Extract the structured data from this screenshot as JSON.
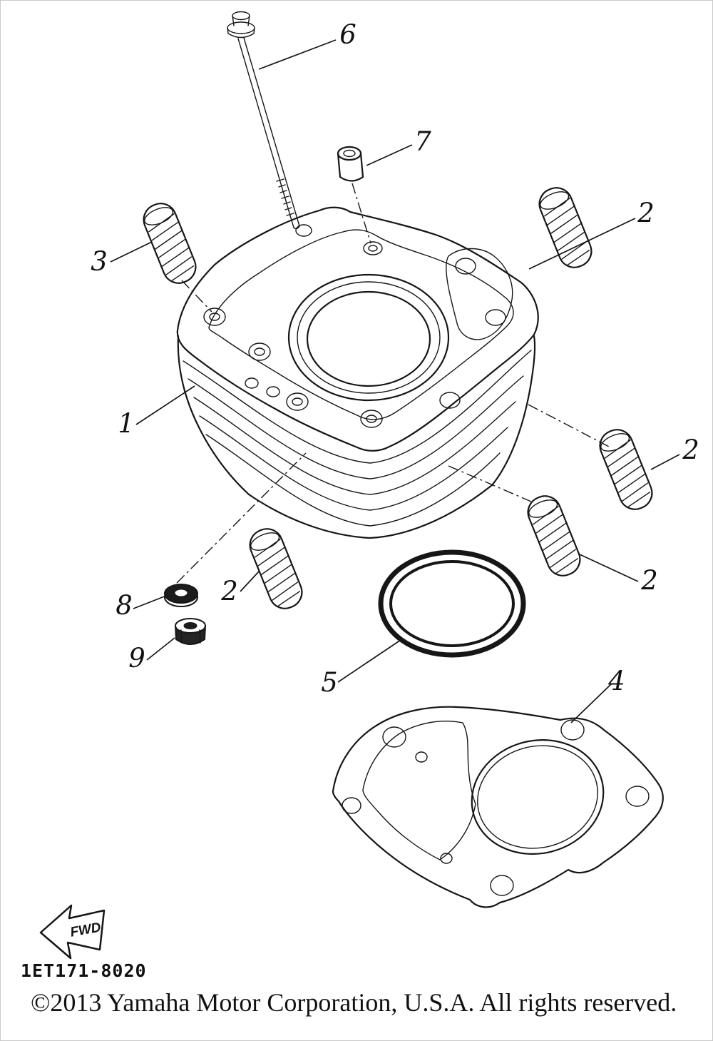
{
  "callouts": {
    "c1": "1",
    "c2_top_right": "2",
    "c2_right": "2",
    "c2_bottom_right": "2",
    "c2_bottom_left": "2",
    "c3": "3",
    "c4": "4",
    "c5": "5",
    "c6": "6",
    "c7": "7",
    "c8": "8",
    "c9": "9"
  },
  "fwd_marker": {
    "label": "FWD"
  },
  "footer": {
    "diagram_code": "1ET171-8020",
    "copyright": "©2013 Yamaha Motor Corporation, U.S.A. All rights reserved."
  }
}
